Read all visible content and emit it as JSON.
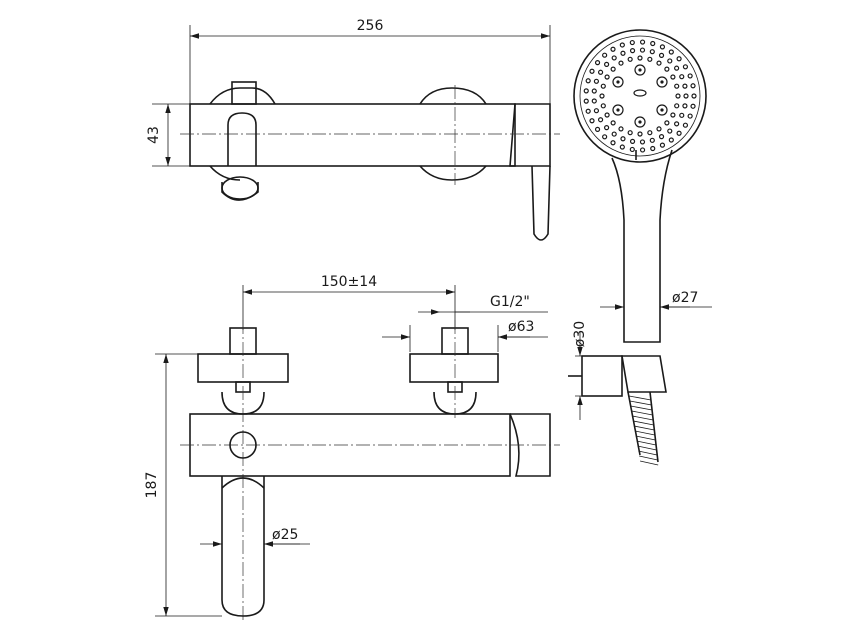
{
  "dimensions": {
    "width_top": "256",
    "height_top": "43",
    "centers": "150±14",
    "thread": "G1/2\"",
    "flange_dia": "ø63",
    "handle_dia": "ø27",
    "holder_dia": "ø30",
    "height_front": "187",
    "spout_dia": "ø25"
  },
  "colors": {
    "line": "#1a1a1a",
    "background": "#ffffff"
  }
}
